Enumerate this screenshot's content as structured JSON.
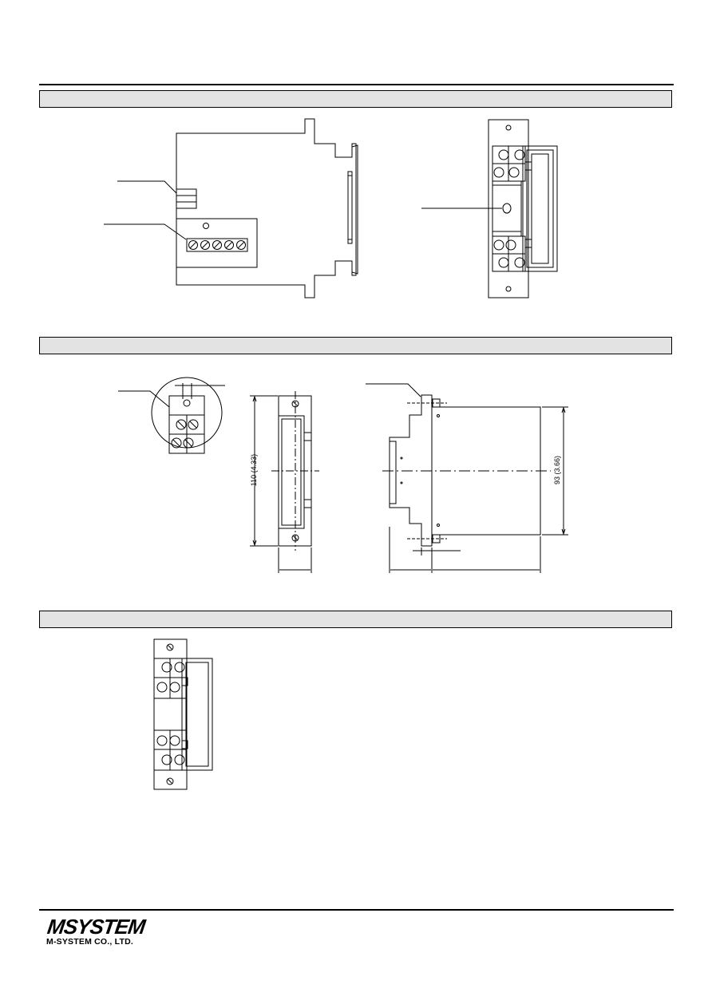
{
  "sections": [
    {
      "id": "front-and-side-views",
      "title": ""
    },
    {
      "id": "external-dimensions",
      "title": ""
    },
    {
      "id": "terminal-view",
      "title": ""
    }
  ],
  "dimensions": {
    "height_front": "110 (4.33)",
    "height_side": "93 (3.66)"
  },
  "footer": {
    "logo_mark": "MSYSTEM",
    "company_name": "M-SYSTEM CO., LTD."
  },
  "colors": {
    "section_bar": "#e3e3e3",
    "line": "#000000"
  }
}
